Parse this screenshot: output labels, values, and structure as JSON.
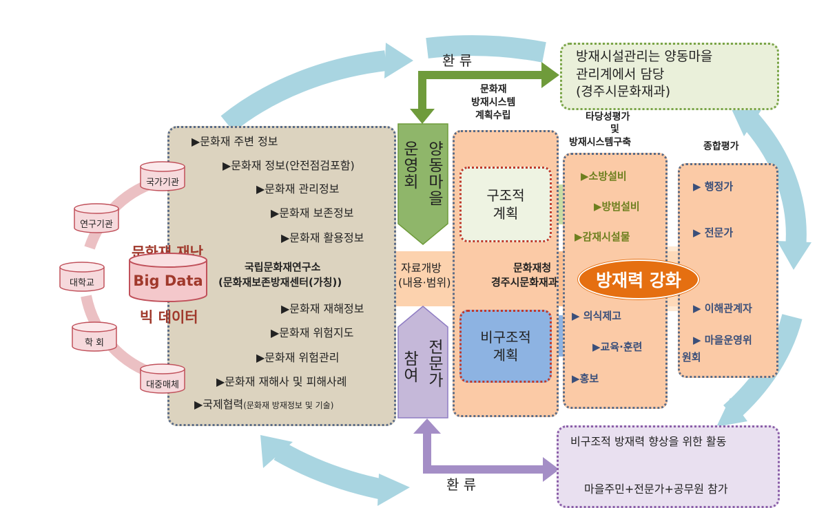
{
  "sources": {
    "national": "국가기관",
    "research": "연구기관",
    "university": "대학교",
    "society": "학 회",
    "media": "대중매체"
  },
  "bigdata": {
    "title": "문화재 재난",
    "label": "Big Data",
    "subtitle": "빅 데이터"
  },
  "info_items": {
    "top": [
      "▶문화재 주변 정보",
      "▶문화재 정보(안전점검포함)",
      "▶문화재 관리정보",
      "▶문화재 보존정보",
      "▶문화재 활용정보"
    ],
    "bottom": [
      "▶문화재 재해정보",
      "▶문화재 위험지도",
      "▶문화재 위험관리",
      "▶문화재 재해사 및 피해사례"
    ],
    "last_main": "▶국제협력",
    "last_small": "(문화재 방재정보 및 기술)"
  },
  "flow": {
    "institute_line1": "국립문화재연구소",
    "institute_line2": "(문화재보존방재센터(가칭))",
    "open_line1": "자료개방",
    "open_line2": "(내용·범위)",
    "admin_line1": "문화재청",
    "admin_line2": "경주시문화재과",
    "goal": "방재력 강화"
  },
  "committee": {
    "col_a": "양동마을",
    "col_b": "운영회"
  },
  "experts": {
    "col_a": "전문가",
    "col_b": "참여"
  },
  "exchange": {
    "top": "환 류",
    "bottom": "환 류"
  },
  "note_top": {
    "line1": "방재시설관리는 양동마을",
    "line2": "관리계에서 담당",
    "line3": "(경주시문화재과)"
  },
  "plan": {
    "header_line1": "문화재",
    "header_line2": "방재시스템",
    "header_line3": "계획수립",
    "structural": "구조적 계획",
    "non_structural": "비구조적 계획"
  },
  "build": {
    "header_line1": "타당성평가",
    "header_line2": "및",
    "header_line3": "방재시스템구축",
    "struct_items": [
      "▶소방설비",
      "▶방범설비",
      "▶감재시설물"
    ],
    "nonstruct_items": [
      "▶ 의식제고",
      "▶교육·훈련",
      "▶홍보"
    ]
  },
  "evaluation": {
    "header": "종합평가",
    "items_top": [
      "▶ 행정가",
      "▶ 전문가"
    ],
    "items_bottom": [
      "▶ 이해관계자",
      "▶ 마을운영위",
      "원회"
    ]
  },
  "note_bottom": {
    "line1": "비구조적 방재력 향상을 위한 활동",
    "line2": "마을주민+전문가+공무원 참가"
  },
  "colors": {
    "cycle_arrow": "#a8d4e0",
    "source_ring": "#e8b4b8",
    "bigdata_text": "#a0392c",
    "flow_band": "#f9a66a",
    "goal_oval": "#e46c0a",
    "green_arrow": "#6e9a3a",
    "purple_arrow": "#8e7cc3",
    "eval_text": "#3a4f7a"
  }
}
